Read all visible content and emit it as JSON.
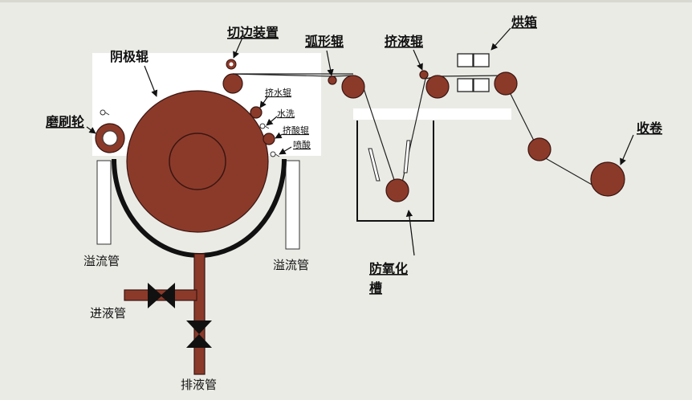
{
  "labels": {
    "cathode_roll": "阴极辊",
    "edge_cutter": "切边装置",
    "arc_roll": "弧形辊",
    "squeeze_roll": "挤液辊",
    "oven": "烘箱",
    "brush_wheel": "磨刷轮",
    "water_squeeze_roll": "挤水辊",
    "water_wash": "水洗",
    "acid_squeeze_roll": "挤酸辊",
    "acid_spray": "喷酸",
    "winding": "收卷",
    "overflow_left": "溢流管",
    "overflow_right": "溢流管",
    "antioxidation_tank_1": "防氧化",
    "antioxidation_tank_2": "槽",
    "inlet_pipe": "进液管",
    "drain_pipe": "排液管"
  },
  "colors": {
    "roll": "#8b3a2a",
    "background": "#ebebe6",
    "panel": "#ffffff"
  }
}
